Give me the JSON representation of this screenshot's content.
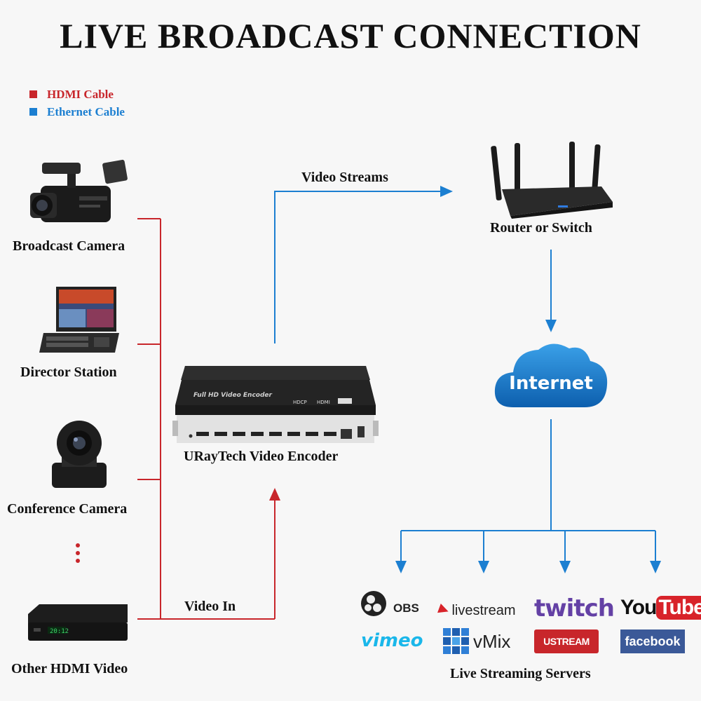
{
  "title": "LIVE BROADCAST CONNECTION",
  "legend": {
    "hdmi": {
      "label": "HDMI Cable",
      "color": "#c8262b"
    },
    "ethernet": {
      "label": "Ethernet Cable",
      "color": "#1c7fd1"
    }
  },
  "sources": {
    "broadcast_camera": "Broadcast Camera",
    "director_station": "Director Station",
    "conference_camera": "Conference Camera",
    "other_hdmi": "Other HDMI Video"
  },
  "encoder": {
    "label": "URayTech Video Encoder",
    "front_text": "Full HD Video Encoder",
    "badges": [
      "HDCP",
      "HDMI"
    ]
  },
  "flows": {
    "video_streams": "Video Streams",
    "video_in": "Video In"
  },
  "router": {
    "label": "Router or Switch"
  },
  "internet": {
    "label": "Internet"
  },
  "servers": {
    "label": "Live Streaming Servers",
    "logos": {
      "obs": "OBS",
      "livestream": "livestream",
      "twitch": "twitch",
      "youtube_you": "You",
      "youtube_tube": "Tube",
      "vimeo": "vimeo",
      "vmix": "vMix",
      "ustream": "USTREAM",
      "facebook": "facebook"
    }
  }
}
